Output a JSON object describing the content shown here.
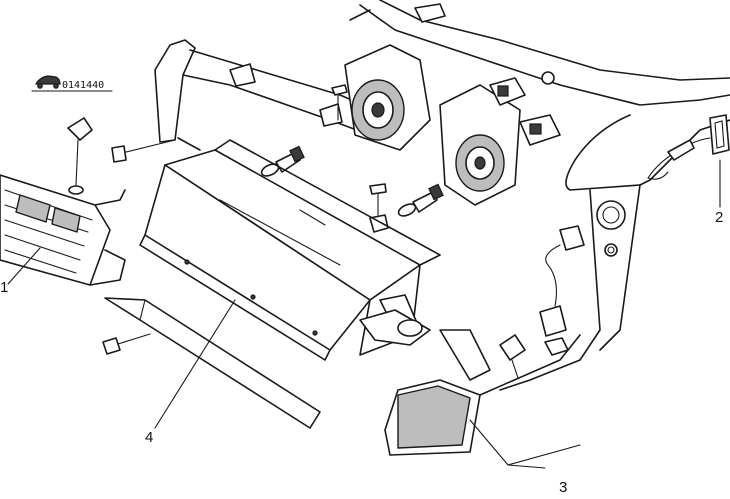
{
  "figure_code": "0141440",
  "callouts": [
    {
      "id": "1",
      "label": "1"
    },
    {
      "id": "2",
      "label": "2"
    },
    {
      "id": "3",
      "label": "3"
    },
    {
      "id": "4",
      "label": "4"
    }
  ],
  "icons": {
    "code_marker": "car-silhouette-icon"
  }
}
